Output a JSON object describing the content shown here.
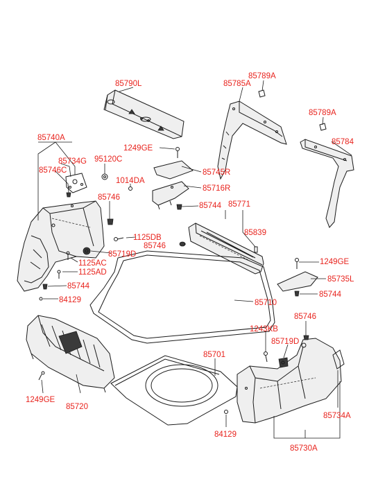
{
  "labels": {
    "p85790L": "85790L",
    "p85789A_top": "85789A",
    "p85785A": "85785A",
    "p85789A_right": "85789A",
    "p85784": "85784",
    "p85740A": "85740A",
    "p1249GE_top": "1249GE",
    "p85734G": "85734G",
    "p95120C": "95120C",
    "p85746C": "85746C",
    "p85745R": "85745R",
    "p1014DA": "1014DA",
    "p85716R": "85716R",
    "p85746_left": "85746",
    "p85744_mid": "85744",
    "p85771": "85771",
    "p85839": "85839",
    "p1125DB": "1125DB",
    "p85746_mid": "85746",
    "p85719D_left": "85719D",
    "p1125AC": "1125AC",
    "p1125AD": "1125AD",
    "p1249GE_right": "1249GE",
    "p85735L": "85735L",
    "p85744_left": "85744",
    "p85744_right": "85744",
    "p84129_left": "84129",
    "p85710": "85710",
    "p85746_right": "85746",
    "p1243KB": "1243KB",
    "p85719D_right": "85719D",
    "p85701": "85701",
    "p1249GE_bottom": "1249GE",
    "p85720": "85720",
    "p85734A": "85734A",
    "p84129_bottom": "84129",
    "p85730A": "85730A"
  },
  "colors": {
    "label": "#e8231d",
    "line": "#1a1a1a",
    "background": "#ffffff"
  }
}
